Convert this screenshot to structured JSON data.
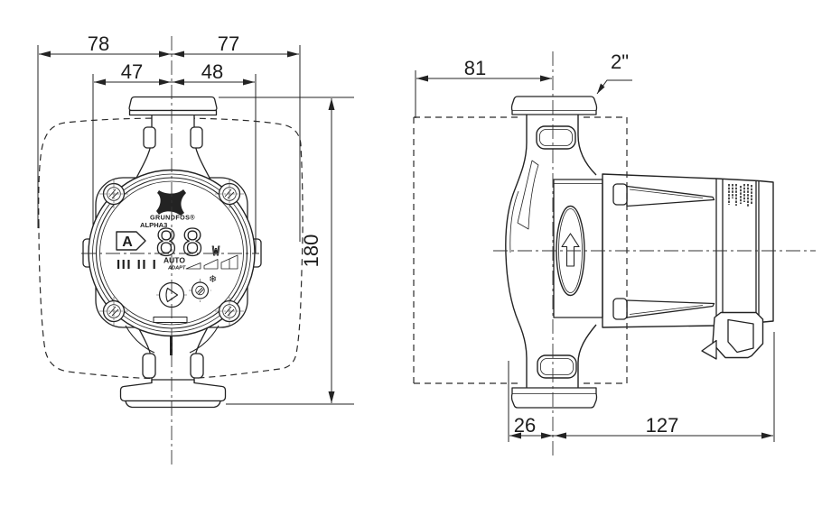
{
  "branding": {
    "wordmark": "GRUNDFOS®",
    "model": "ALPHA3"
  },
  "display": {
    "energy_class": "A",
    "power_value": "88",
    "power_unit": "W",
    "speed_steps": "III  II  I",
    "mode": "AUTO",
    "mode_sub": "ADAPT",
    "snowflake_icon": "❄"
  },
  "dimensions": {
    "front": {
      "overall_left_mm": "78",
      "overall_right_mm": "77",
      "face_left_mm": "47",
      "face_right_mm": "48",
      "overall_height_mm": "180"
    },
    "side": {
      "front_depth_mm": "81",
      "pipe_connection": "2\"",
      "center_to_face_mm": "26",
      "center_to_back_mm": "127"
    }
  }
}
